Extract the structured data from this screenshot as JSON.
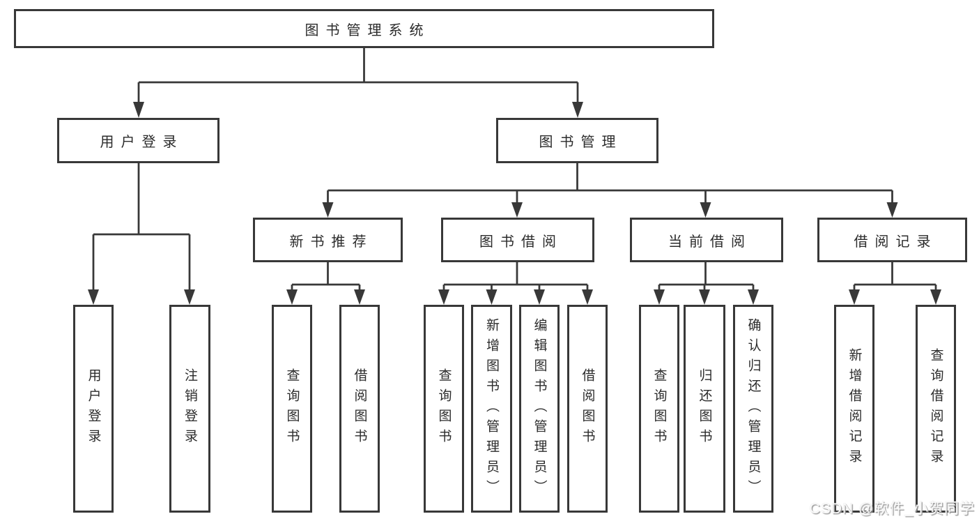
{
  "diagram": {
    "title": "图书管理系统",
    "colors": {
      "line": "#383838",
      "node_border": "#383838",
      "node_text": "#2b2b2b",
      "background": "#ffffff",
      "watermark_text": "#fbfbfb"
    },
    "tree": {
      "label": "图书管理系统",
      "children": [
        {
          "label": "用户登录",
          "children": [
            {
              "label": "用户登录"
            },
            {
              "label": "注销登录"
            }
          ]
        },
        {
          "label": "图书管理",
          "children": [
            {
              "label": "新书推荐",
              "children": [
                {
                  "label": "查询图书"
                },
                {
                  "label": "借阅图书"
                }
              ]
            },
            {
              "label": "图书借阅",
              "children": [
                {
                  "label": "查询图书"
                },
                {
                  "label": "新增图书（管理员）"
                },
                {
                  "label": "编辑图书（管理员）"
                },
                {
                  "label": "借阅图书"
                }
              ]
            },
            {
              "label": "当前借阅",
              "children": [
                {
                  "label": "查询图书"
                },
                {
                  "label": "归还图书"
                },
                {
                  "label": "确认归还（管理员）"
                }
              ]
            },
            {
              "label": "借阅记录",
              "children": [
                {
                  "label": "新增借阅记录"
                },
                {
                  "label": "查询借阅记录"
                }
              ]
            }
          ]
        }
      ]
    },
    "watermark": "CSDN @软件_小贺同学"
  }
}
